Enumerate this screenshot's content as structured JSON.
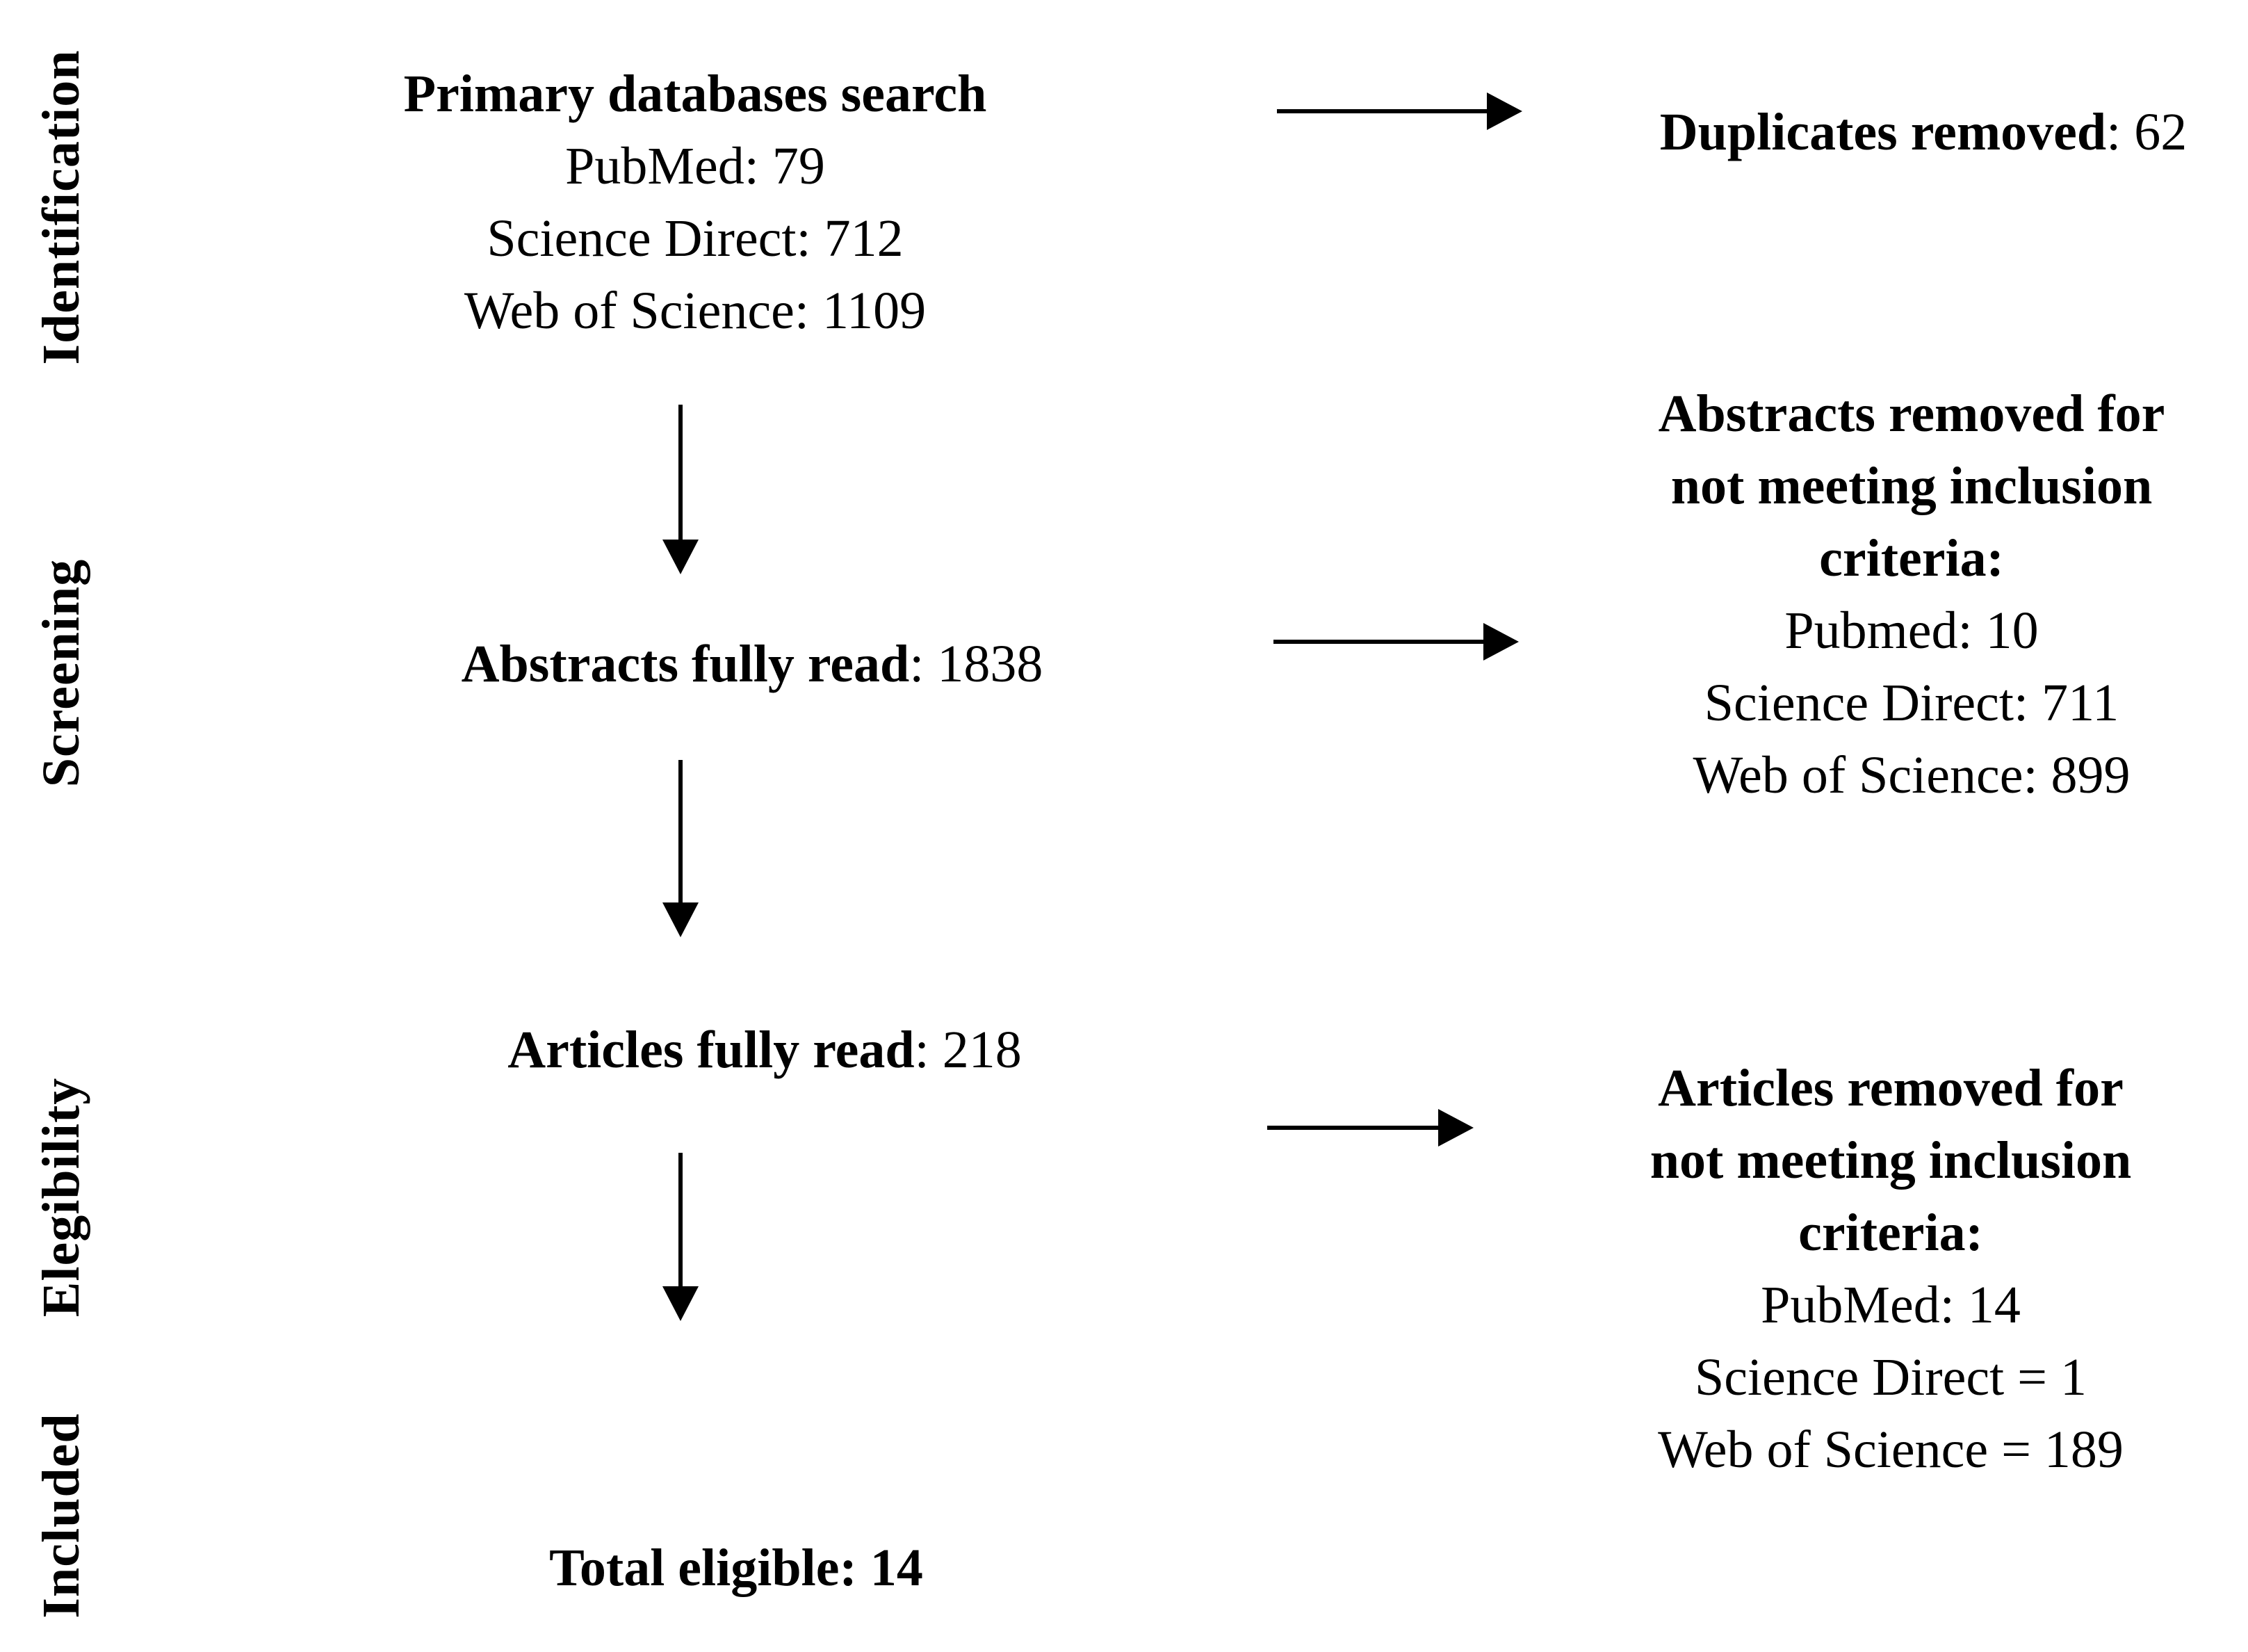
{
  "figure": {
    "background": "#ffffff",
    "text_color": "#000000"
  },
  "stages": {
    "identification": "Identification",
    "screening": "Screening",
    "elegibility": "Elegibility",
    "included": "Included"
  },
  "nodes": {
    "primary_search": {
      "title": "Primary databases search",
      "line1": "PubMed: 79",
      "line2": "Science Direct: 712",
      "line3": "Web of Science: 1109"
    },
    "duplicates_removed": {
      "label": "Duplicates removed",
      "value": ": 62"
    },
    "abstracts_fully_read": {
      "label": "Abstracts fully read",
      "value": ": 1838"
    },
    "abstracts_removed": {
      "title1": "Abstracts removed for",
      "title2": "not meeting inclusion",
      "title3": "criteria:",
      "line1": "Pubmed: 10",
      "line2": "Science Direct: 711",
      "line3": "Web of Science: 899"
    },
    "articles_fully_read": {
      "label": "Articles fully read",
      "value": ": 218"
    },
    "articles_removed": {
      "title1": "Articles removed for",
      "title2": "not meeting inclusion",
      "title3": "criteria:",
      "line1": "PubMed: 14",
      "line2": "Science Direct = 1",
      "line3": "Web of Science = 189"
    },
    "total_eligible": {
      "text": "Total eligible: 14"
    }
  }
}
